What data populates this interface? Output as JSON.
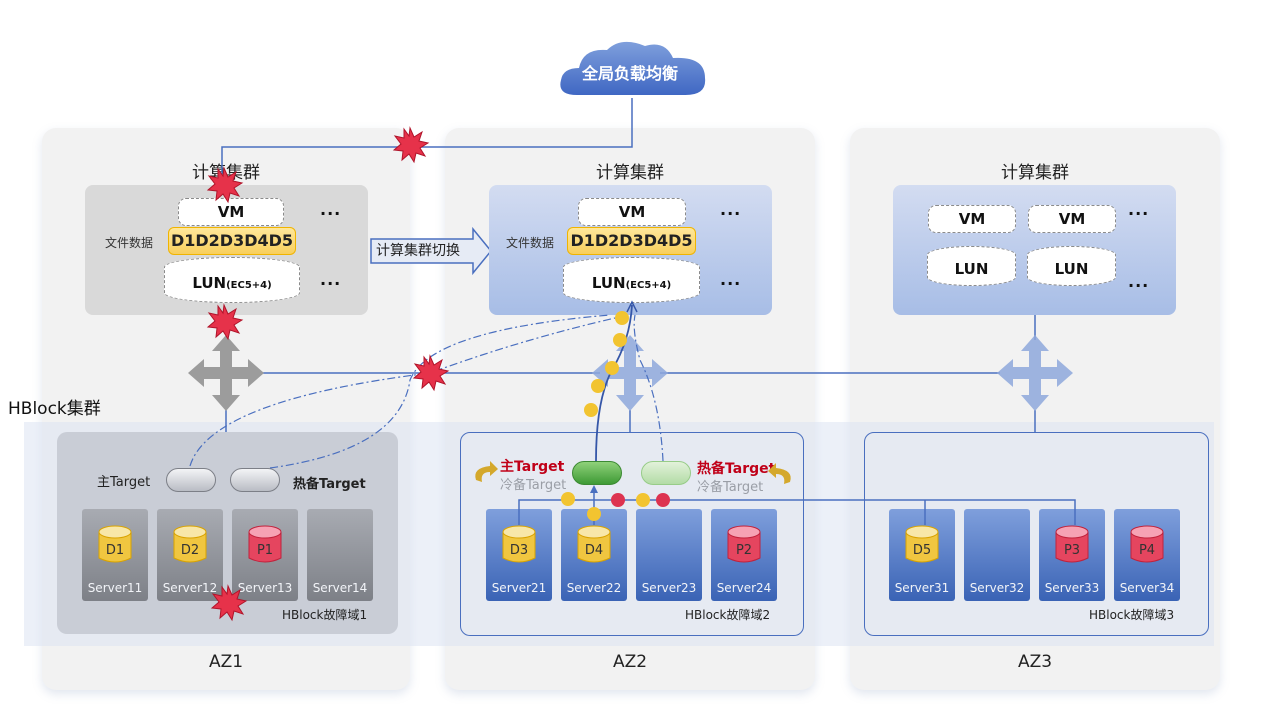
{
  "cloud": {
    "label": "全局负载均衡",
    "icon": "cloud-icon"
  },
  "hblock_cluster_title": "HBlock集群",
  "switch_arrow_label": "计算集群切换",
  "azs": [
    {
      "label": "AZ1",
      "compute_title": "计算集群",
      "compute_state": "failed",
      "vm": "VM",
      "file_data_label": "文件数据",
      "file_data": "D1D2D3D4D5",
      "lun": "LUN",
      "lun_suffix": "(EC5+4)",
      "more": "...",
      "fault_domain": {
        "label": "HBlock故障域1",
        "primary_target": "主Target",
        "hot_standby_target": "热备Target",
        "servers": [
          {
            "name": "Server11",
            "disk": "D1",
            "disk_type": "data"
          },
          {
            "name": "Server12",
            "disk": "D2",
            "disk_type": "data"
          },
          {
            "name": "Server13",
            "disk": "P1",
            "disk_type": "parity"
          },
          {
            "name": "Server14",
            "disk": "",
            "disk_type": "none"
          }
        ]
      }
    },
    {
      "label": "AZ2",
      "compute_title": "计算集群",
      "compute_state": "active",
      "vm": "VM",
      "file_data_label": "文件数据",
      "file_data": "D1D2D3D4D5",
      "lun": "LUN",
      "lun_suffix": "(EC5+4)",
      "more": "...",
      "fault_domain": {
        "label": "HBlock故障域2",
        "primary_target": "主Target",
        "primary_cold": "冷备Target",
        "hot_standby_target": "热备Target",
        "hot_cold": "冷备Target",
        "servers": [
          {
            "name": "Server21",
            "disk": "D3",
            "disk_type": "data"
          },
          {
            "name": "Server22",
            "disk": "D4",
            "disk_type": "data"
          },
          {
            "name": "Server23",
            "disk": "",
            "disk_type": "none"
          },
          {
            "name": "Server24",
            "disk": "P2",
            "disk_type": "parity"
          }
        ]
      }
    },
    {
      "label": "AZ3",
      "compute_title": "计算集群",
      "compute_state": "active",
      "vms": [
        "VM",
        "VM"
      ],
      "luns": [
        "LUN",
        "LUN"
      ],
      "more": "...",
      "fault_domain": {
        "label": "HBlock故障域3",
        "servers": [
          {
            "name": "Server31",
            "disk": "D5",
            "disk_type": "data"
          },
          {
            "name": "Server32",
            "disk": "",
            "disk_type": "none"
          },
          {
            "name": "Server33",
            "disk": "P3",
            "disk_type": "parity"
          },
          {
            "name": "Server34",
            "disk": "P4",
            "disk_type": "parity"
          }
        ]
      }
    }
  ],
  "failure_markers": [
    "cloud-link-az1",
    "az1-compute-top",
    "az1-compute-bottom",
    "az1-az2-link",
    "az1-server12"
  ],
  "colors": {
    "link": "#4a6fbf",
    "failure": "#d8263a",
    "data_disk": "#f2c94c",
    "parity_disk": "#e9415a",
    "primary_target": "#3e9a35",
    "highlight_text": "#c00018"
  }
}
